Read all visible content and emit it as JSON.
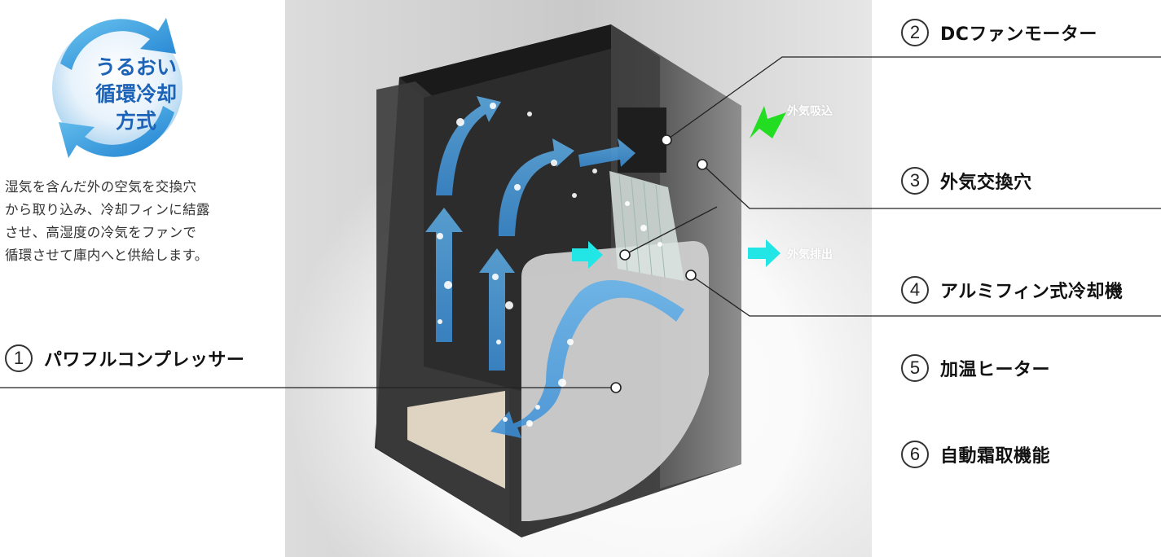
{
  "logo": {
    "line1": "うるおい",
    "line2": "循環冷却",
    "line3": "方式"
  },
  "description": {
    "lines": [
      "湿気を含んだ外の空気を交換穴",
      "から取り込み、冷却フィンに結露",
      "させ、高湿度の冷気をファンで",
      "循環させて庫内へと供給します。"
    ]
  },
  "callouts": [
    {
      "num": "1",
      "text": "パワフルコンプレッサー"
    },
    {
      "num": "2",
      "text": "DCファンモーター"
    },
    {
      "num": "3",
      "text": "外気交換穴"
    },
    {
      "num": "4",
      "text": "アルミフィン式冷却機"
    },
    {
      "num": "5",
      "text": "加温ヒーター"
    },
    {
      "num": "6",
      "text": "自動霜取機能"
    }
  ],
  "airflow": {
    "intake": "外気吸込",
    "exhaust": "外気排出"
  },
  "colors": {
    "accent_blue": "#1d64b8",
    "intake_arrow": "#22dd22",
    "exhaust_arrow": "#22e6e6"
  }
}
